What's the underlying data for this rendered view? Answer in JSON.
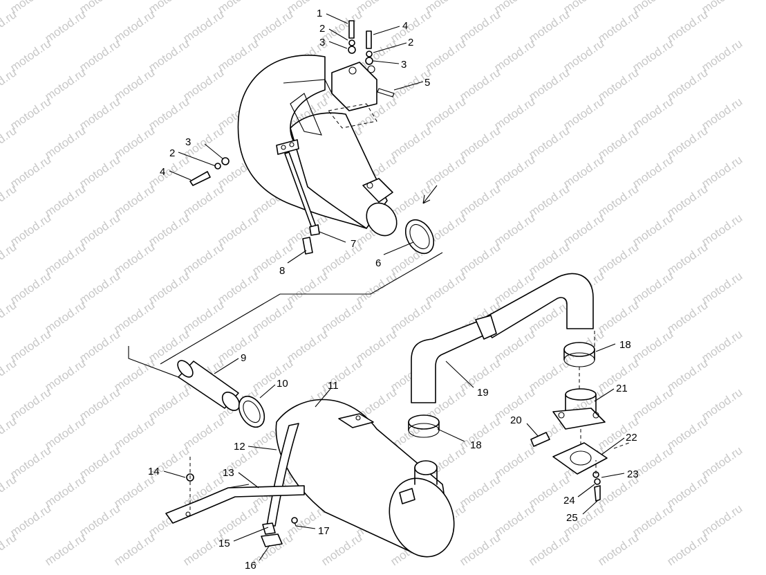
{
  "watermark": "motod.ru",
  "callouts": {
    "c1": "1",
    "c2a": "2",
    "c3a": "3",
    "c4a": "4",
    "c2b": "2",
    "c3b": "3",
    "c5": "5",
    "c3c": "3",
    "c2c": "2",
    "c4b": "4",
    "c6": "6",
    "c7": "7",
    "c8": "8",
    "c9": "9",
    "c10": "10",
    "c11": "11",
    "c12": "12",
    "c13": "13",
    "c14": "14",
    "c15": "15",
    "c16": "16",
    "c17": "17",
    "c18a": "18",
    "c18b": "18",
    "c19": "19",
    "c20": "20",
    "c21": "21",
    "c22": "22",
    "c23": "23",
    "c24": "24",
    "c25": "25"
  }
}
